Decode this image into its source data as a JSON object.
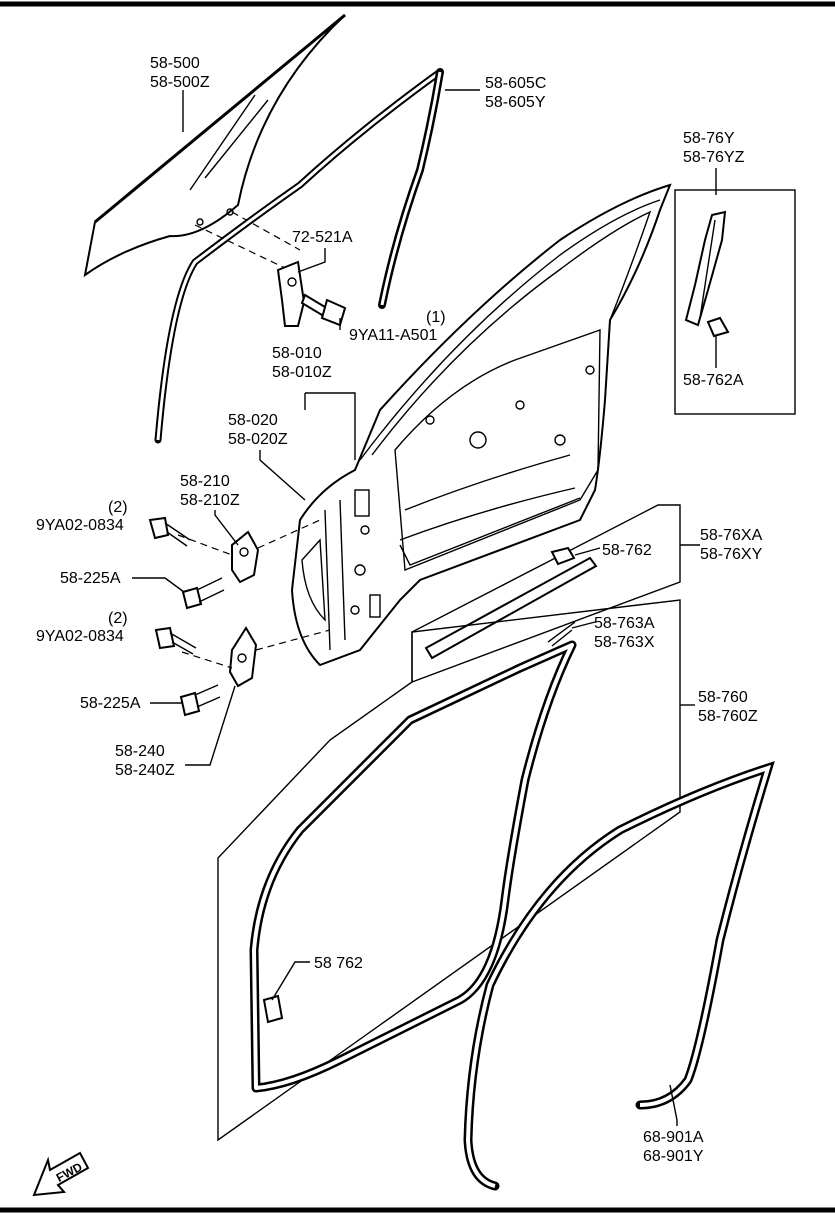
{
  "callouts": {
    "glass": [
      "58-500",
      "58-500Z"
    ],
    "glass_channel": [
      "58-605C",
      "58-605Y"
    ],
    "weatherstrip_vertical": [
      "58-76Y",
      "58-76YZ"
    ],
    "clip_upper": "58-762A",
    "glass_bracket": "72-521A",
    "bolt_glass_qty": "(1)",
    "bolt_glass": "9YA11-A501",
    "door_shell": [
      "58-010",
      "58-010Z"
    ],
    "door_panel": [
      "58-020",
      "58-020Z"
    ],
    "hinge_upper": [
      "58-210",
      "58-210Z"
    ],
    "bolt_hinge_upper_qty": "(2)",
    "bolt_hinge_upper": "9YA02-0834",
    "bolt_225_upper": "58-225A",
    "clip_middle": "58-762",
    "belt_molding": [
      "58-76XA",
      "58-76XY"
    ],
    "molding_seal": [
      "58-763A",
      "58-763X"
    ],
    "bolt_hinge_lower_qty": "(2)",
    "bolt_hinge_lower": "9YA02-0834",
    "bolt_225_lower": "58-225A",
    "weatherstrip_door": [
      "58-760",
      "58-760Z"
    ],
    "hinge_lower": [
      "58-240",
      "58-240Z"
    ],
    "clip_lower": "58 762",
    "opening_trim": [
      "68-901A",
      "68-901Y"
    ],
    "fwd": "FWD"
  }
}
